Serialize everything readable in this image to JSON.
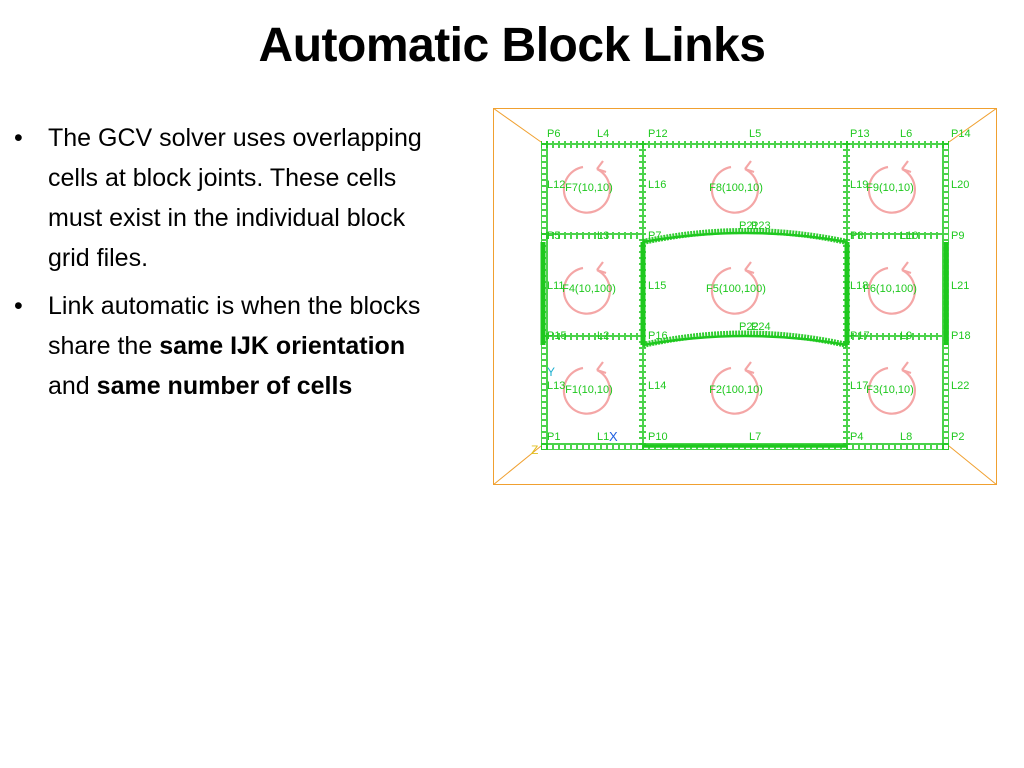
{
  "slide": {
    "title": "Automatic Block Links"
  },
  "bullets": [
    {
      "text": "The GCV solver uses overlapping cells at block joints. These cells must exist in the individual block grid files."
    },
    {
      "parts": [
        {
          "text": "Link automatic is when the blocks share the ",
          "bold": false
        },
        {
          "text": "same IJK orientation",
          "bold": true
        },
        {
          "text": " and ",
          "bold": false
        },
        {
          "text": "same number of cells",
          "bold": true
        }
      ]
    }
  ],
  "diagram": {
    "colors": {
      "frame": "#f0a030",
      "grid": "#1ec81e",
      "arrow": "#f4a6a6",
      "axis_y": "#20b0d0",
      "axis_x": "#2060e0",
      "axis_z": "#e0c020"
    },
    "points": [
      "P6",
      "P12",
      "P13",
      "P14",
      "P5",
      "P7",
      "P8",
      "P9",
      "P15",
      "P16",
      "P17",
      "P18",
      "P1",
      "P10",
      "P4",
      "P2",
      "P21",
      "P23",
      "P22",
      "P24"
    ],
    "lines": [
      "L4",
      "L5",
      "L6",
      "L3",
      "L10",
      "L2",
      "L9",
      "L1",
      "L7",
      "L8",
      "L12",
      "L16",
      "L19",
      "L20",
      "L11",
      "L15",
      "L18",
      "L21",
      "L13",
      "L14",
      "L17",
      "L22"
    ],
    "faces": [
      "F7(10,10)",
      "F8(100,10)",
      "F9(10,10)",
      "F4(10,100)",
      "F5(100,100)",
      "F6(10,100)",
      "F1(10,10)",
      "F2(100,10)",
      "F3(10,10)"
    ],
    "axes": [
      "Y",
      "X",
      "Z"
    ]
  }
}
